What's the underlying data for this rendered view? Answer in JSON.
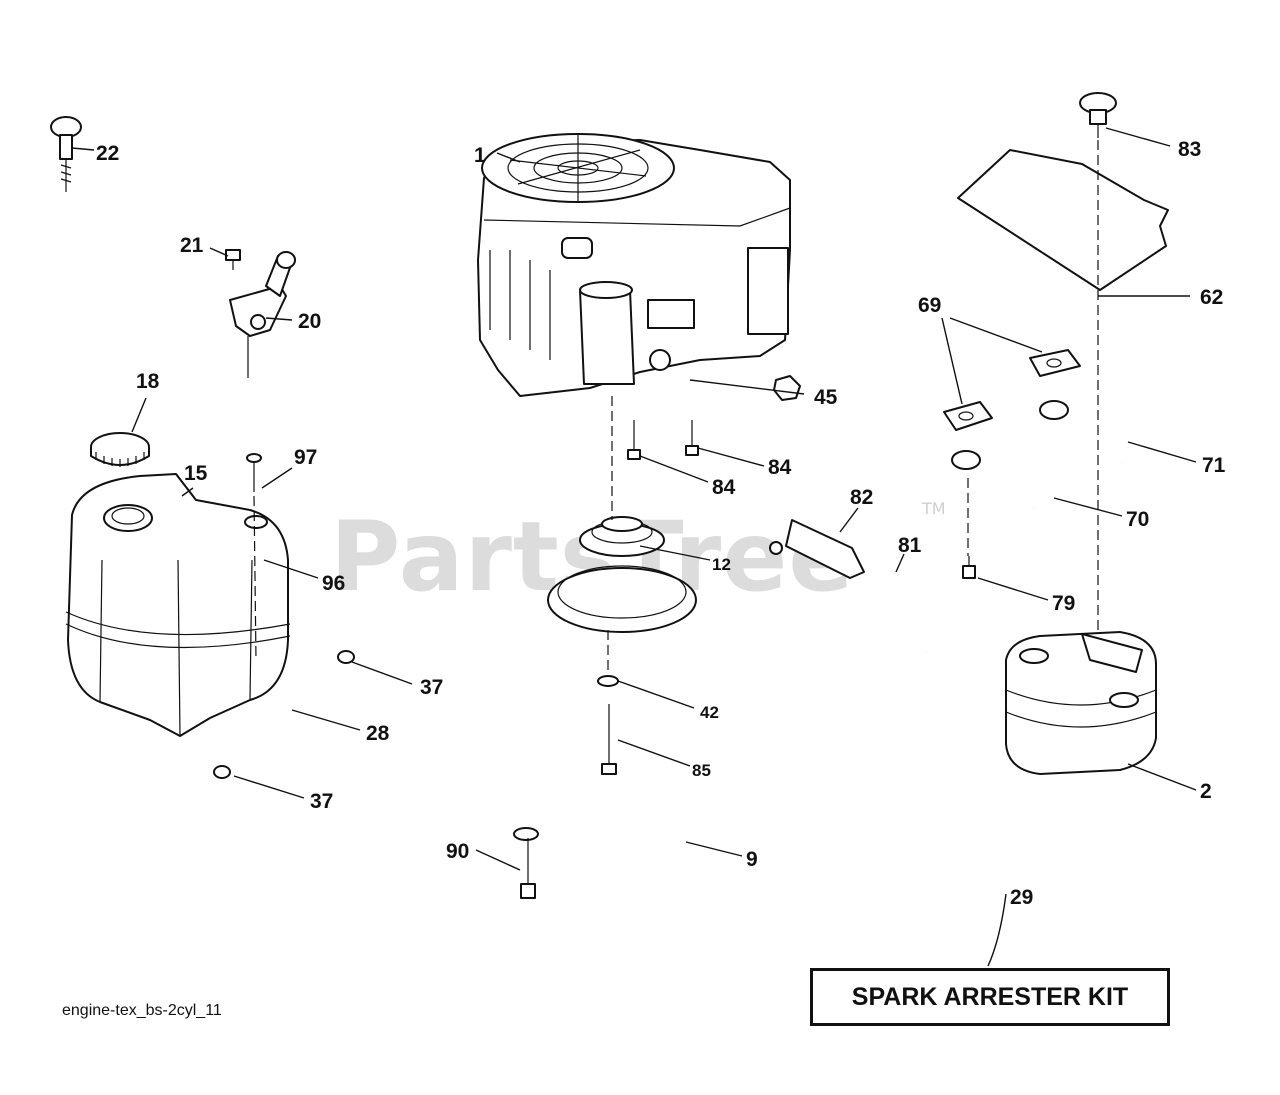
{
  "watermark": {
    "brand": "PartsTree",
    "trademark": "TM"
  },
  "diagram_id": "engine-tex_bs-2cyl_11",
  "kit_label": "SPARK ARRESTER KIT",
  "callouts": {
    "c1": "1",
    "c2": "2",
    "c9": "9",
    "c12": "12",
    "c15": "15",
    "c18": "18",
    "c20": "20",
    "c21": "21",
    "c22": "22",
    "c28": "28",
    "c29": "29",
    "c37a": "37",
    "c37b": "37",
    "c42": "42",
    "c45": "45",
    "c62": "62",
    "c69": "69",
    "c70": "70",
    "c71": "71",
    "c79": "79",
    "c81": "81",
    "c82": "82",
    "c83": "83",
    "c84a": "84",
    "c84b": "84",
    "c85": "85",
    "c90": "90",
    "c96": "96",
    "c97": "97"
  }
}
